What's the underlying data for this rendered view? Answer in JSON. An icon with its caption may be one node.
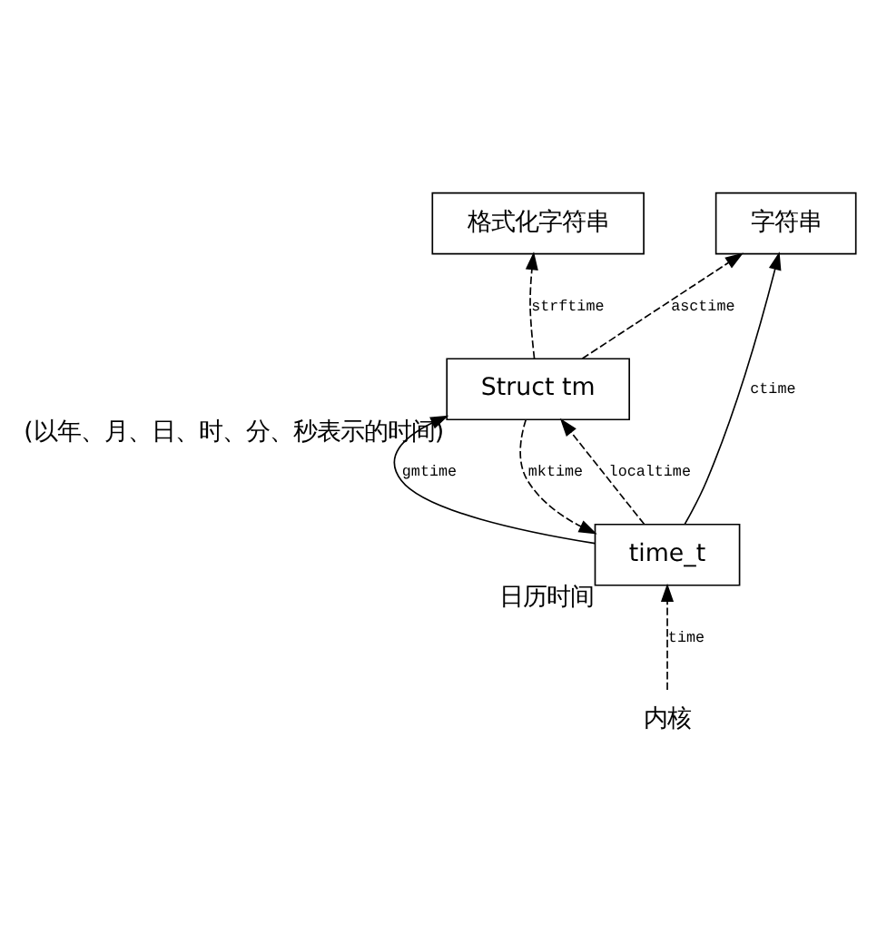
{
  "diagram": {
    "nodes": [
      {
        "text": [
          "字符串"
        ]
      },
      {
        "text": [
          "格式化字符串"
        ]
      },
      {
        "text": [
          "Struct tm"
        ],
        "beside": [
          "(以年、月、日、时、分、秒表示的时间)"
        ]
      },
      {
        "text": [
          "time_t"
        ],
        "beside": [
          "日历时间"
        ]
      },
      {
        "text": [
          "内核"
        ]
      }
    ],
    "edges": [
      {
        "from": 2,
        "to": 0,
        "arrow": "to",
        "label": "asctime",
        "style": "dashed"
      },
      {
        "from": 2,
        "to": 1,
        "arrow": "to",
        "label": "strftime",
        "style": "dashed"
      },
      {
        "from": 3,
        "to": 0,
        "arrow": "to",
        "label": "ctime"
      },
      {
        "from": 3,
        "to": 2,
        "arrow": "to",
        "label": "gmtime"
      },
      {
        "from": 3,
        "to": 2,
        "arrow": "to",
        "label": "localtime",
        "style": "dashed"
      },
      {
        "from": 2,
        "to": 3,
        "arrow": "to",
        "label": "mktime",
        "style": "dashed"
      },
      {
        "from": 4,
        "to": 3,
        "arrow": "to",
        "label": "time",
        "style": "dashed"
      }
    ]
  }
}
